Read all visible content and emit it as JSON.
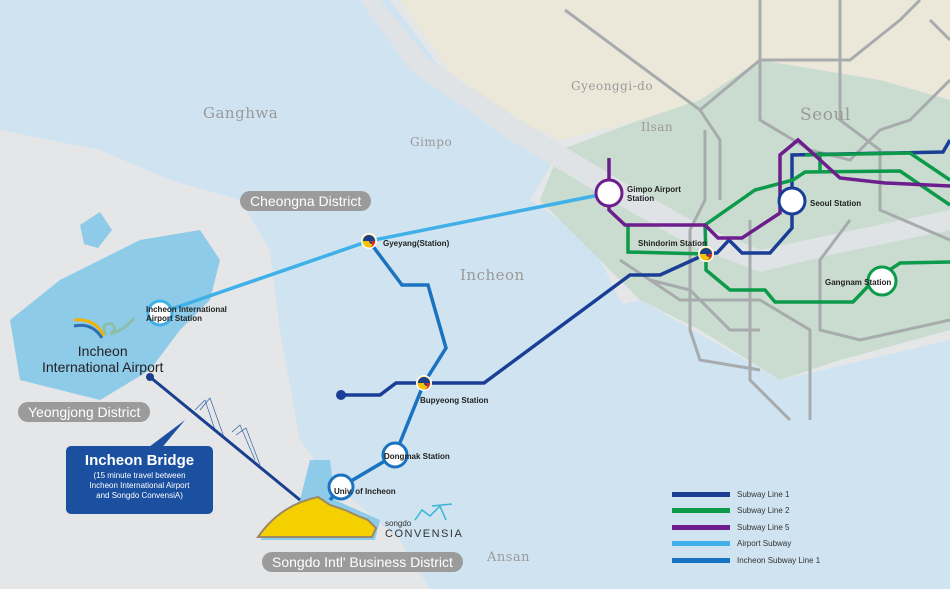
{
  "regions": {
    "ganghwa": "Ganghwa",
    "gimpo": "Gimpo",
    "gyeonggi": "Gyeonggi-do",
    "ilsan": "Ilsan",
    "seoul": "Seoul",
    "incheon": "Incheon",
    "ansan": "Ansan"
  },
  "districts": {
    "cheongna": "Cheongna District",
    "yeongjong": "Yeongjong District",
    "songdo": "Songdo Intl' Business District"
  },
  "airport": {
    "line1": "Incheon",
    "line2": "International Airport"
  },
  "stations": {
    "incheon_airport": [
      "Incheon International",
      "Airport Station"
    ],
    "gyeyang": "Gyeyang(Station)",
    "gimpo_airport": [
      "Gimpo Airport",
      "Station"
    ],
    "shindorim": "Shindorim Station",
    "seoul": "Seoul Station",
    "gangnam": "Gangnam Station",
    "bupyeong": "Bupyeong Station",
    "dongmak": "Dongmak Station",
    "univ": "Univ. of Incheon"
  },
  "bridge": {
    "title": "Incheon Bridge",
    "desc": [
      "(15 minute travel between",
      "Incheon International Airport",
      "and Songdo ConvensiA)"
    ]
  },
  "convensia": {
    "small": "songdo",
    "big": "CONVENSIA"
  },
  "legend": [
    {
      "label": "Subway Line 1",
      "color": "#1a3e96"
    },
    {
      "label": "Subway Line 2",
      "color": "#0d9a4a"
    },
    {
      "label": "Subway Line 5",
      "color": "#6c1f8c"
    },
    {
      "label": "Airport Subway",
      "color": "#3fb0e8"
    },
    {
      "label": "Incheon Subway Line 1",
      "color": "#1a73c0"
    }
  ]
}
